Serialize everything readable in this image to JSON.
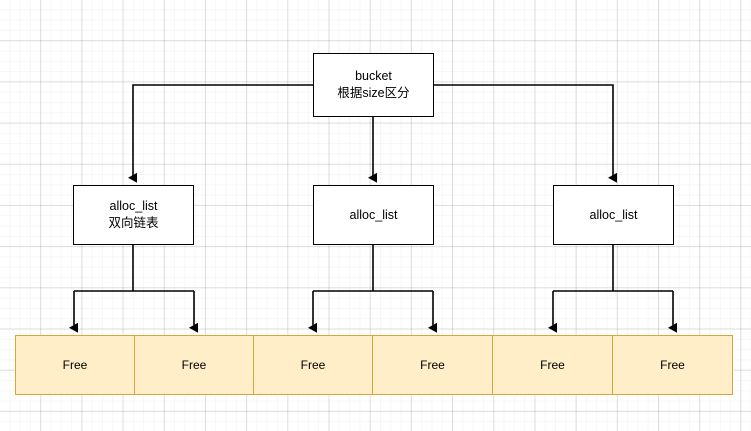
{
  "diagram": {
    "title": "bucket / alloc_list / Free block layout",
    "background": "#ffffff",
    "grid_minor_color": "#f5f5f5",
    "grid_major_color": "#e4e4e4",
    "edge_color": "#000000",
    "node_fill": "#ffffff",
    "node_border": "#000000",
    "free_fill": "#ffeec8",
    "free_border": "#d6a53c"
  },
  "root": {
    "label_line1": "bucket",
    "label_line2": "根据size区分"
  },
  "lists": [
    {
      "label_line1": "alloc_list",
      "label_line2": "双向链表"
    },
    {
      "label_line1": "alloc_list",
      "label_line2": ""
    },
    {
      "label_line1": "alloc_list",
      "label_line2": ""
    }
  ],
  "free_blocks": [
    {
      "label": "Free"
    },
    {
      "label": "Free"
    },
    {
      "label": "Free"
    },
    {
      "label": "Free"
    },
    {
      "label": "Free"
    },
    {
      "label": "Free"
    }
  ]
}
